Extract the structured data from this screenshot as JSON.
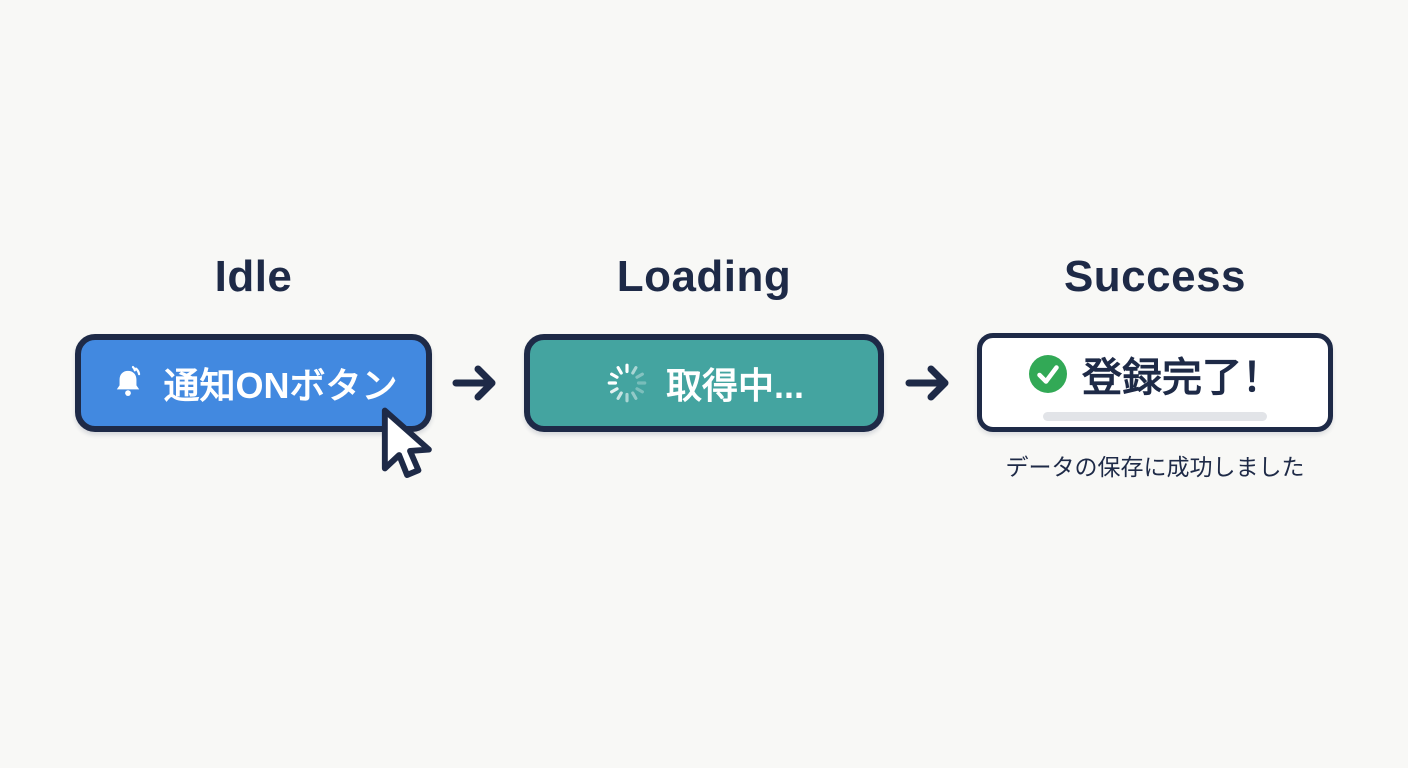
{
  "canvas": {
    "background": "#f8f8f6"
  },
  "headings": {
    "color": "#1e2a47"
  },
  "stages": [
    {
      "label": "Idle",
      "button": {
        "text": "通知ONボタン",
        "bg": "#4289e0",
        "text_color": "#ffffff",
        "border_color": "#1e2a47",
        "icon": "bell-icon"
      }
    },
    {
      "label": "Loading",
      "button": {
        "text": "取得中...",
        "bg": "#44a4a0",
        "text_color": "#ffffff",
        "border_color": "#1e2a47",
        "icon": "spinner-icon"
      }
    },
    {
      "label": "Success",
      "card": {
        "text": "登録完了！",
        "text_color": "#1e2a47",
        "bg": "#ffffff",
        "border_color": "#1e2a47",
        "icon": "check-circle-icon",
        "check_bg": "#32a956",
        "underline_color": "#e2e4e8"
      },
      "subtitle": "データの保存に成功しました"
    }
  ],
  "arrow": {
    "name": "arrow-right-icon",
    "color": "#1e2a47"
  },
  "cursor": {
    "name": "cursor-pointer-icon",
    "fill": "#ffffff",
    "outline": "#1e2a47"
  }
}
